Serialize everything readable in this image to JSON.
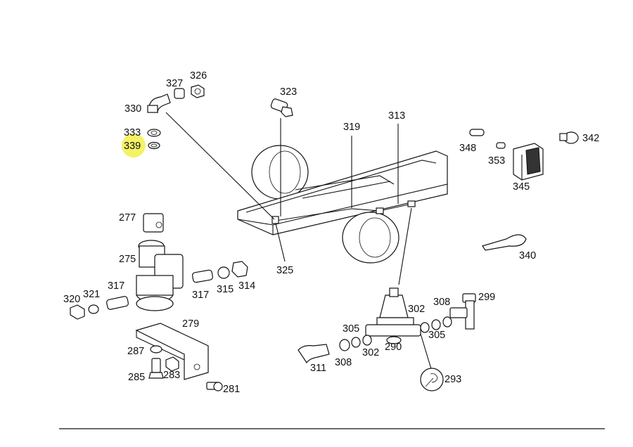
{
  "highlight": {
    "label": "339",
    "color": "#f2f04a"
  },
  "labels": {
    "l326": "326",
    "l327": "327",
    "l330": "330",
    "l333": "333",
    "l339": "339",
    "l323": "323",
    "l319": "319",
    "l313": "313",
    "l348": "348",
    "l342": "342",
    "l353": "353",
    "l345": "345",
    "l277": "277",
    "l275": "275",
    "l325": "325",
    "l340": "340",
    "l317a": "317",
    "l321": "321",
    "l320": "320",
    "l317b": "317",
    "l315": "315",
    "l314": "314",
    "l302a": "302",
    "l308a": "308",
    "l299": "299",
    "l305a": "305",
    "l305b": "305",
    "l279": "279",
    "l290": "290",
    "l287": "287",
    "l308b": "308",
    "l302b": "302",
    "l311": "311",
    "l285": "285",
    "l283": "283",
    "l293": "293",
    "l281": "281"
  },
  "colors": {
    "line": "#111111",
    "background": "#ffffff"
  }
}
